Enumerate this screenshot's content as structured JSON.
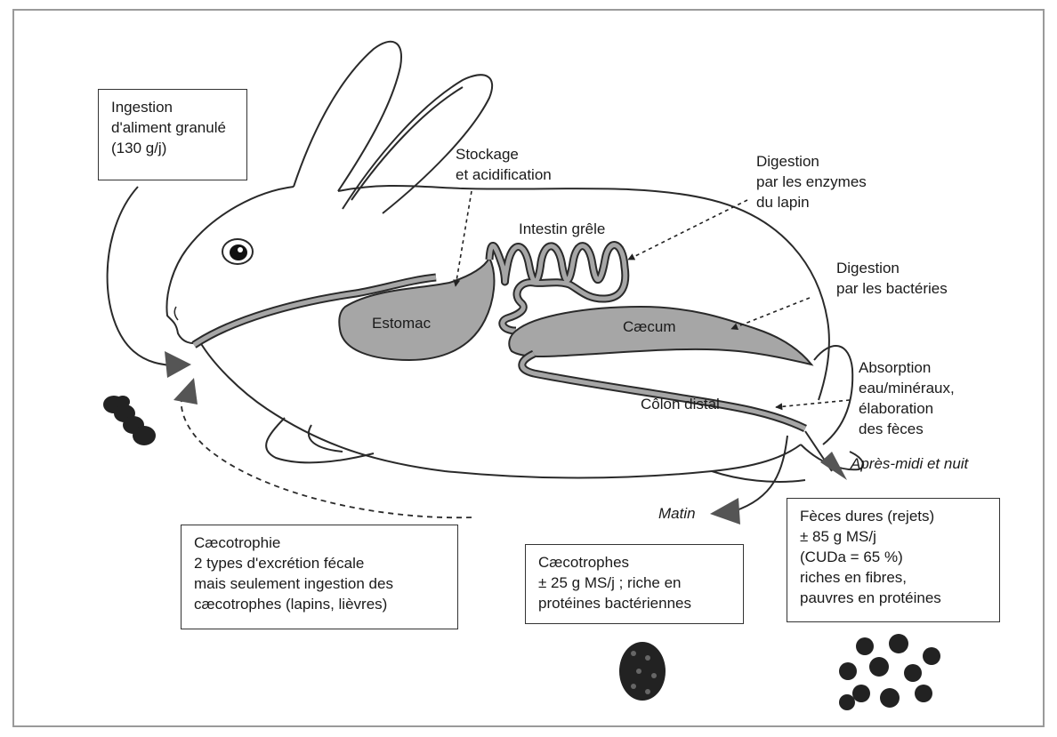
{
  "boxes": {
    "ingestion": "Ingestion\nd'aliment granulé\n(130 g/j)",
    "caecotrophie": "Cæcotrophie\n2 types d'excrétion fécale\nmais seulement ingestion des\ncæcotrophes (lapins, lièvres)",
    "caecotrophes": "Cæcotrophes\n± 25 g MS/j ; riche en\nprotéines bactériennes",
    "feces_dures": "Fèces dures (rejets)\n± 85 g MS/j\n(CUDa = 65 %)\nriches en fibres,\npauvres en protéines"
  },
  "labels": {
    "stockage": "Stockage\net acidification",
    "digestion_enzymes": "Digestion\npar les enzymes\ndu lapin",
    "intestin": "Intestin grêle",
    "digestion_bacteries": "Digestion\npar les bactéries",
    "estomac": "Estomac",
    "caecum": "Cæcum",
    "absorption": "Absorption\neau/minéraux,\nélaboration\ndes fèces",
    "colon": "Côlon distal",
    "apres_midi": "Après-midi et nuit",
    "matin": "Matin"
  },
  "colors": {
    "organ_fill": "#a6a6a6",
    "outline": "#2a2a2a",
    "pellet": "#222222"
  }
}
